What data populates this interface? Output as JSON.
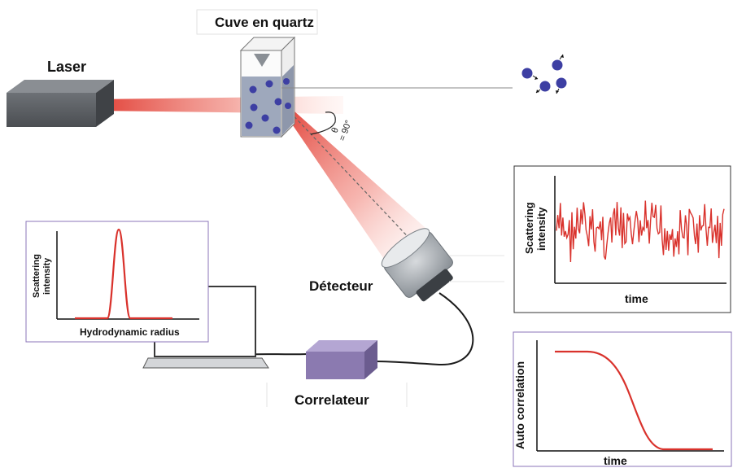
{
  "labels": {
    "laser": "Laser",
    "cuvette": "Cuve en quartz",
    "detector": "Détecteur",
    "correlator": "Correlateur",
    "theta": "θ",
    "theta_value": "= 90°"
  },
  "panel_intensity": {
    "ylabel_line1": "Scattering",
    "ylabel_line2": "intensity",
    "xlabel": "time"
  },
  "panel_autocorr": {
    "ylabel": "Auto correlation",
    "xlabel": "time"
  },
  "panel_size": {
    "ylabel_line1": "Scattering",
    "ylabel_line2": "intensity",
    "xlabel": "Hydrodynamic radius"
  },
  "colors": {
    "beam": "#e03a33",
    "curve": "#d9322c",
    "particle": "#3d3fa3",
    "laser_body": "#5e6266",
    "correlator_body": "#8b7ab0",
    "detector_body": "#9aa0a6",
    "panel_border_purple": "#8b76b8",
    "panel_border_dark": "#333333"
  },
  "icons": {
    "laser": "laser-box-icon",
    "cuvette": "cuvette-icon",
    "detector": "detector-icon",
    "correlator": "correlator-box-icon",
    "laptop": "laptop-icon",
    "particles": "brownian-particles-icon"
  }
}
